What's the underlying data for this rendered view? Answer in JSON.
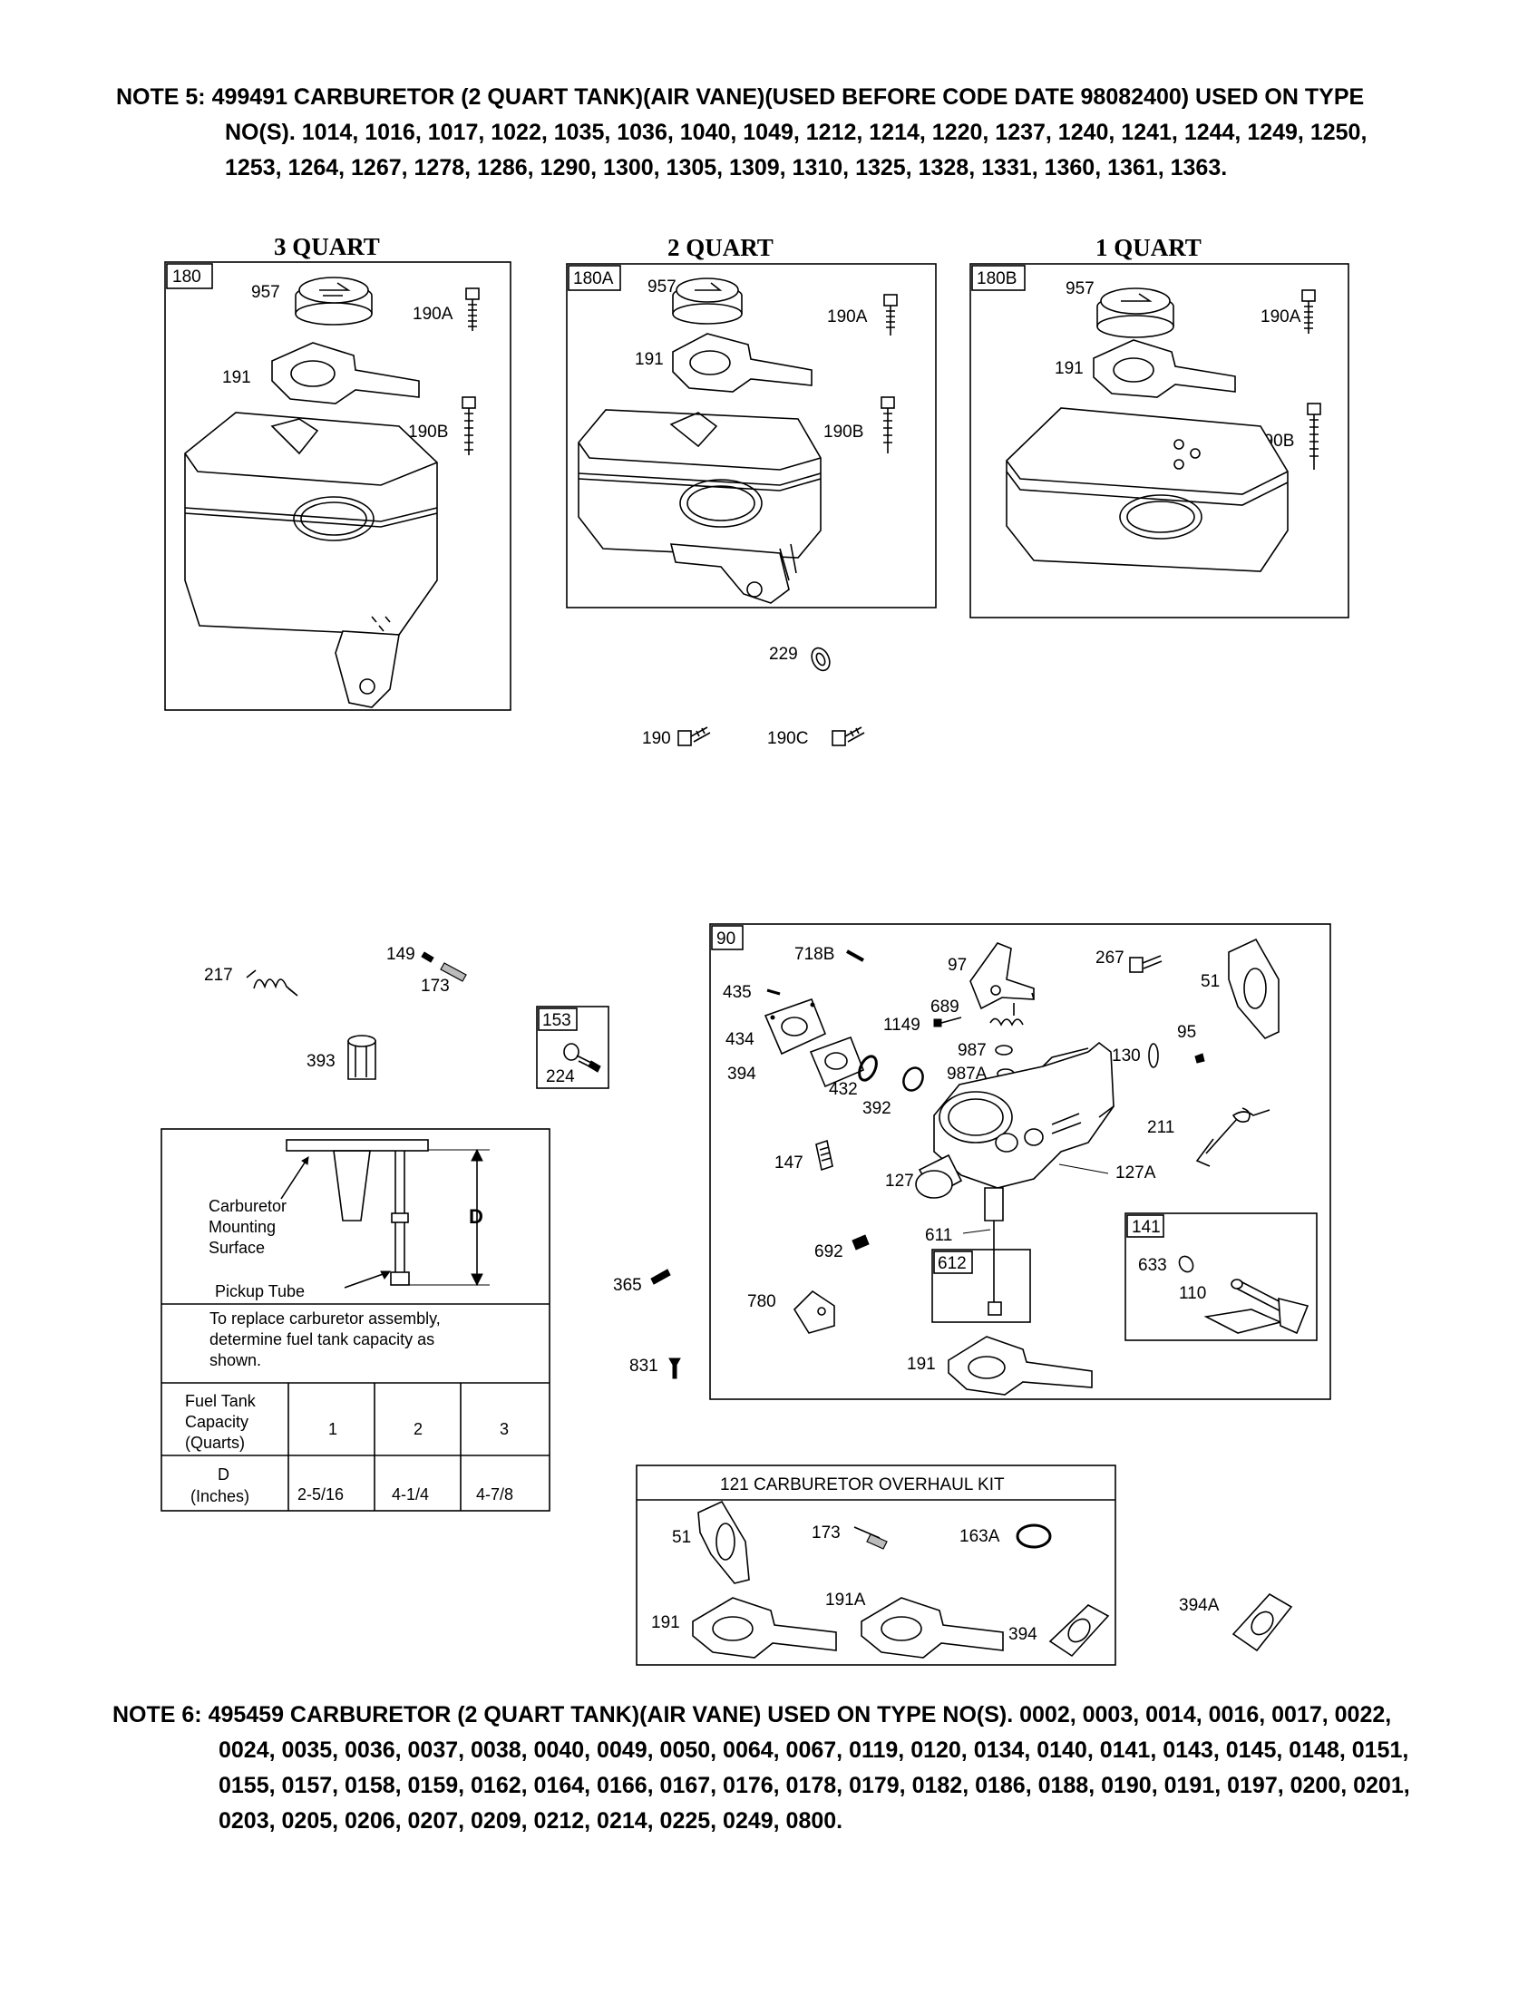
{
  "note5": {
    "line1": "NOTE 5: 499491 CARBURETOR (2 QUART TANK)(AIR VANE)(USED BEFORE CODE DATE 98082400) USED ON TYPE",
    "line2": "NO(S). 1014, 1016, 1017, 1022, 1035, 1036, 1040, 1049, 1212, 1214, 1220, 1237, 1240, 1241, 1244, 1249, 1250,",
    "line3": "1253, 1264, 1267, 1278, 1286, 1290, 1300, 1305, 1309, 1310, 1325, 1328, 1331, 1360, 1361, 1363."
  },
  "note6": {
    "line1": "NOTE 6: 495459 CARBURETOR (2 QUART TANK)(AIR VANE) USED ON TYPE NO(S). 0002, 0003, 0014, 0016, 0017, 0022,",
    "line2": "0024, 0035, 0036, 0037, 0038, 0040, 0049, 0050, 0064, 0067, 0119, 0120, 0134, 0140, 0141, 0143, 0145, 0148, 0151,",
    "line3": "0155, 0157, 0158, 0159, 0162, 0164, 0166, 0167, 0176, 0178, 0179, 0182, 0186, 0188, 0190, 0191, 0197, 0200, 0201,",
    "line4": "0203, 0205, 0206, 0207, 0209, 0212, 0214, 0225, 0249, 0800."
  },
  "tanks": {
    "t3": {
      "title": "3 QUART",
      "box": "180",
      "cap": "957",
      "screw_a": "190A",
      "gasket": "191",
      "screw_b": "190B"
    },
    "t2": {
      "title": "2 QUART",
      "box": "180A",
      "cap": "957",
      "screw_a": "190A",
      "gasket": "191",
      "screw_b": "190B"
    },
    "t1": {
      "title": "1 QUART",
      "box": "180B",
      "cap": "957",
      "screw_a": "190A",
      "gasket": "191",
      "screw_b": "190B"
    }
  },
  "loose_parts": {
    "p229": "229",
    "p190": "190",
    "p190c": "190C",
    "p217": "217",
    "p149": "149",
    "p173": "173",
    "p393": "393",
    "p153": "153",
    "p224": "224",
    "p365": "365",
    "p831": "831",
    "p394a": "394A"
  },
  "carb": {
    "box": "90",
    "p718b": "718B",
    "p97": "97",
    "p267": "267",
    "p51": "51",
    "p435": "435",
    "p689": "689",
    "p434": "434",
    "p1149": "1149",
    "p987": "987",
    "p95": "95",
    "p130": "130",
    "p987a": "987A",
    "p394": "394",
    "p432": "432",
    "p392": "392",
    "p211": "211",
    "p147": "147",
    "p127": "127",
    "p127a": "127A",
    "p611": "611",
    "p141": "141",
    "p692": "692",
    "p612": "612",
    "p633": "633",
    "p110": "110",
    "p780": "780",
    "p191": "191"
  },
  "kit": {
    "title": "121 CARBURETOR OVERHAUL KIT",
    "p51": "51",
    "p173": "173",
    "p163a": "163A",
    "p191": "191",
    "p191a": "191A",
    "p394": "394"
  },
  "gauge": {
    "lbl_surface1": "Carburetor",
    "lbl_surface2": "Mounting",
    "lbl_surface3": "Surface",
    "lbl_tube": "Pickup Tube",
    "lbl_d": "D",
    "instr1": "To replace carburetor assembly,",
    "instr2": "determine fuel tank capacity as",
    "instr3": "shown.",
    "hdr1": "Fuel Tank",
    "hdr2": "Capacity",
    "hdr3": "(Quarts)",
    "row_d1": "D",
    "row_d2": "(Inches)",
    "cap": [
      "1",
      "2",
      "3"
    ],
    "depth": [
      "2-5/16",
      "4-1/4",
      "4-7/8"
    ]
  }
}
